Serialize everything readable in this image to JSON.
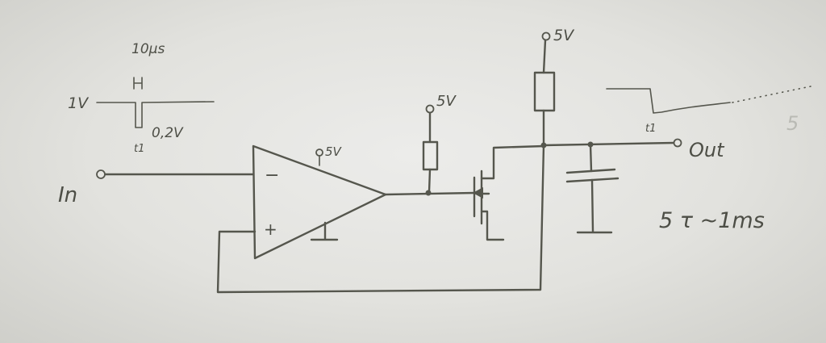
{
  "labels": {
    "pulse_width": "10µs",
    "pulse_mark": "H",
    "pulse_high": "1V",
    "pulse_low": "0,2V",
    "pulse_time": "t1",
    "input": "In",
    "opamp_supply": "5V",
    "opamp_minus": "−",
    "opamp_plus": "+",
    "pullup_supply": "5V",
    "drain_supply": "5V",
    "output": "Out",
    "output_time": "t1",
    "time_constant": "5 τ ~1ms",
    "edge_fragment": "5"
  },
  "colors": {
    "paper": "#e6e6e2",
    "ink": "#55564d"
  }
}
